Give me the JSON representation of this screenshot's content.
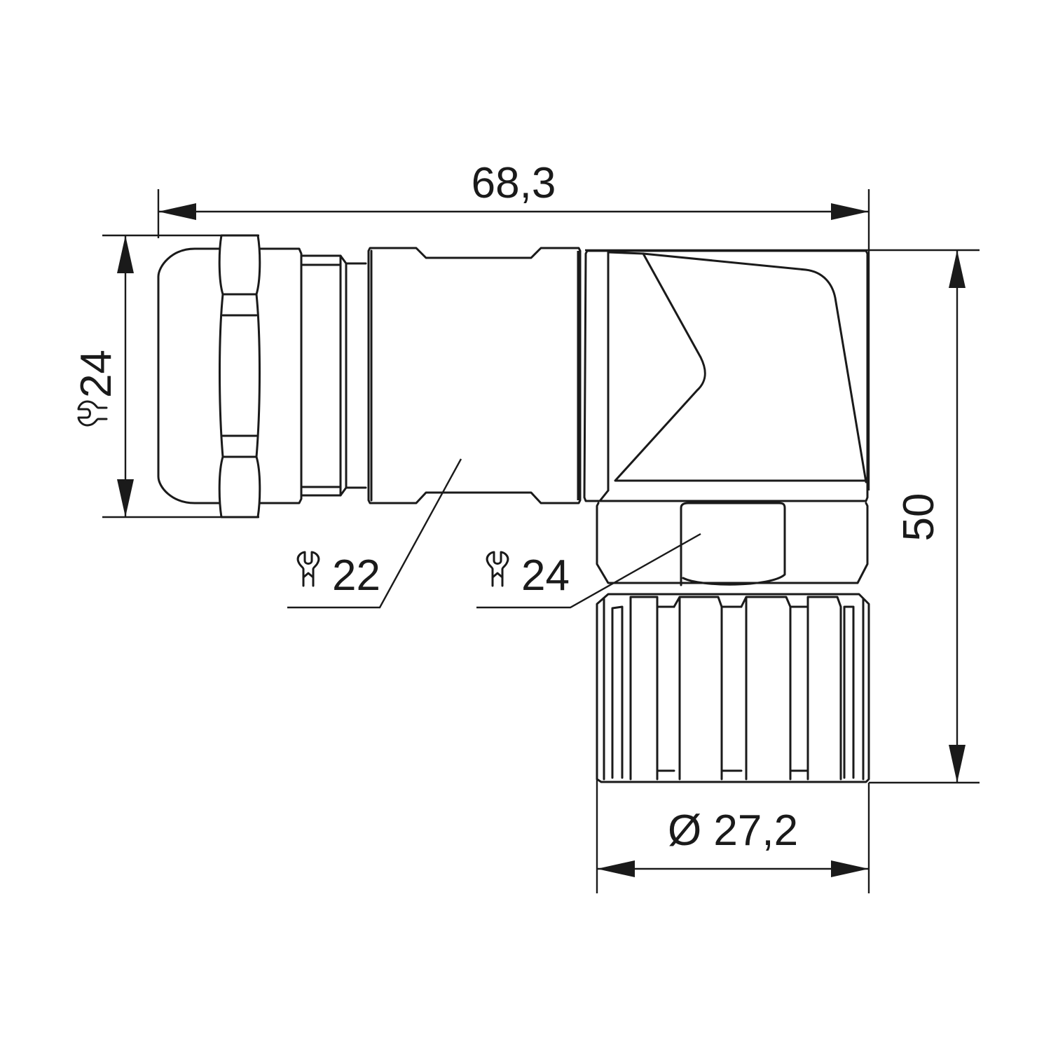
{
  "drawing": {
    "title": "Angled circular connector dimension drawing",
    "line_color": "#1a1a1a",
    "background": "#ffffff"
  },
  "dimensions": {
    "overall_length": {
      "label": "68,3",
      "orientation": "horizontal"
    },
    "overall_height": {
      "label": "50",
      "orientation": "vertical"
    },
    "nut_diameter": {
      "label": "Ø 27,2",
      "orientation": "horizontal"
    },
    "wrench_cable_gland": {
      "icon": "wrench-icon",
      "value": "24",
      "orientation": "vertical"
    },
    "wrench_body": {
      "icon": "wrench-icon",
      "value": "22"
    },
    "wrench_coupling": {
      "icon": "wrench-icon",
      "value": "24"
    }
  }
}
